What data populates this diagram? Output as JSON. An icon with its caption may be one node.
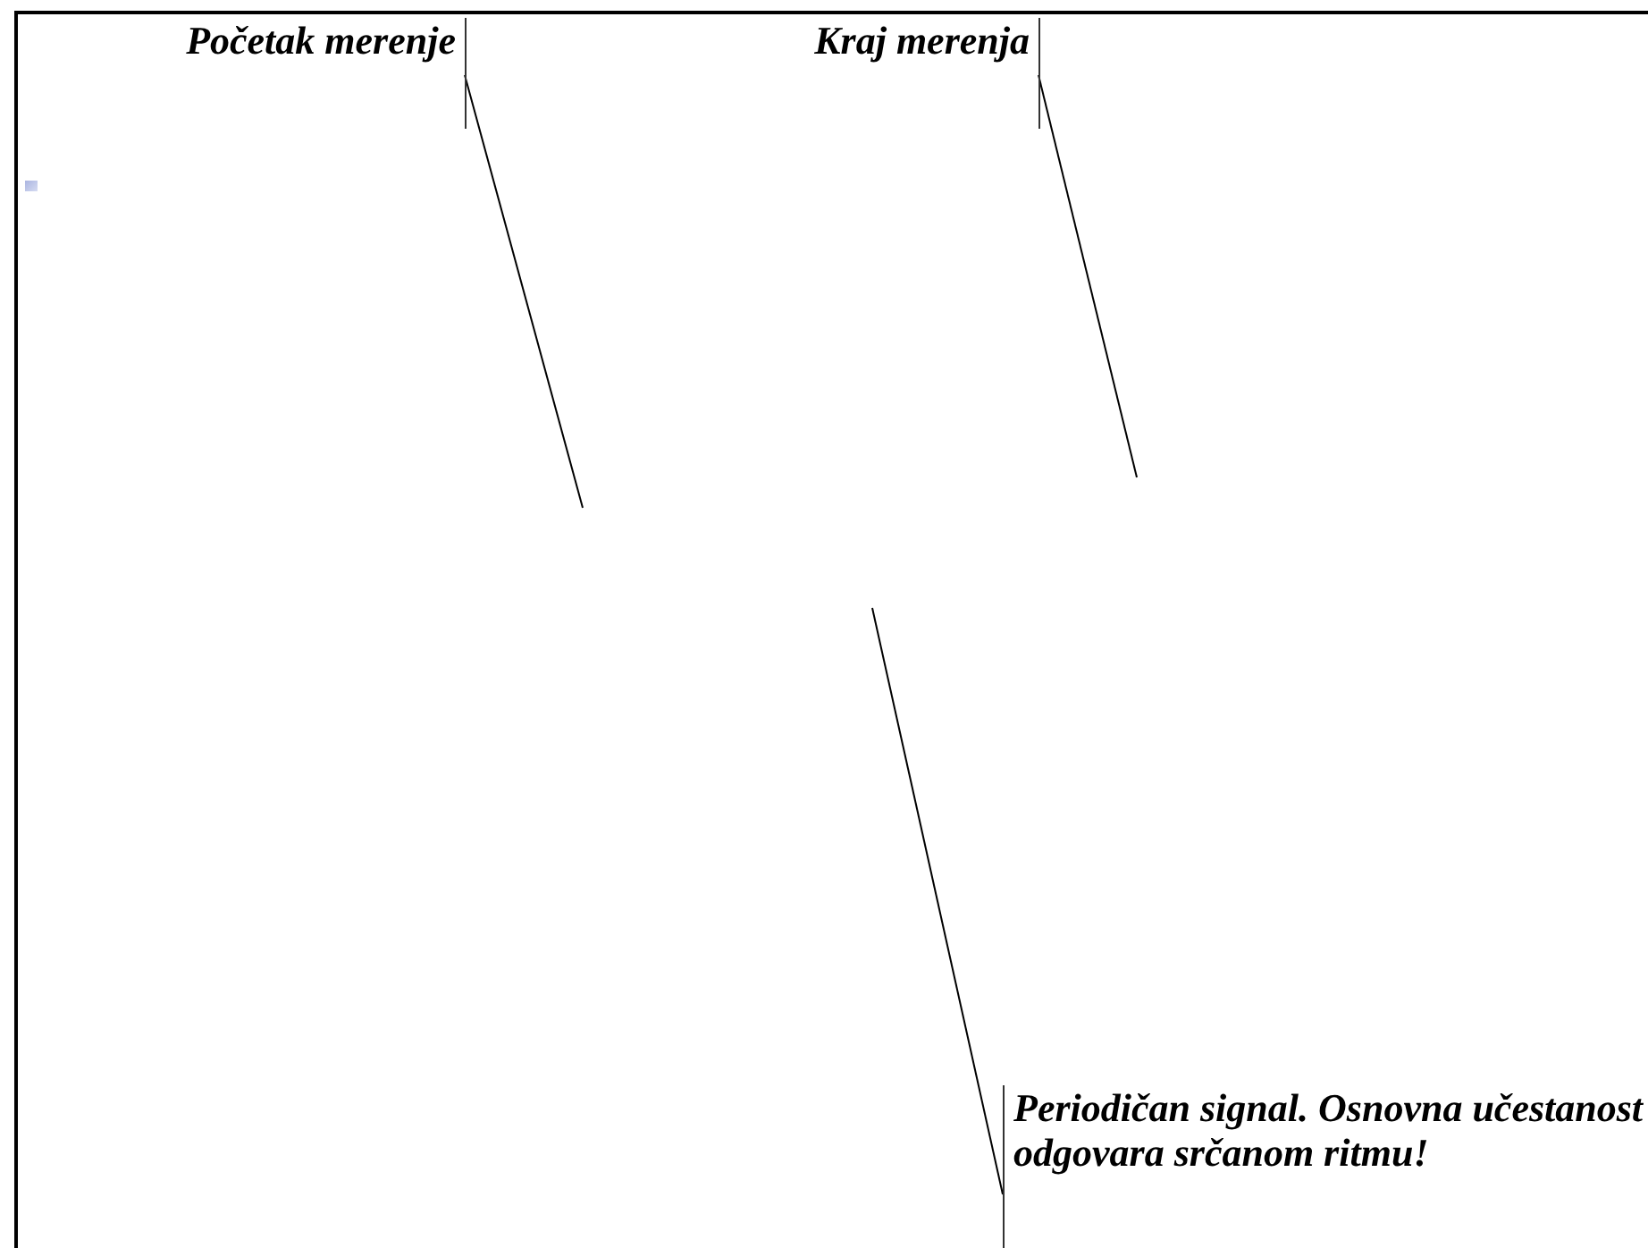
{
  "diagram": {
    "nodes": [
      {
        "text": [
          "Početak merenje"
        ]
      },
      {
        "text": [
          "Kraj merenja"
        ]
      },
      {
        "text": [
          "Periodičan signal. Osnovna učestanost odgovara srčanom ritmu!"
        ]
      }
    ],
    "edges": [
      {
        "from": 0,
        "to": null,
        "arrow": "none"
      },
      {
        "from": 1,
        "to": null,
        "arrow": "none"
      },
      {
        "from": 2,
        "to": null,
        "arrow": "none"
      }
    ]
  }
}
